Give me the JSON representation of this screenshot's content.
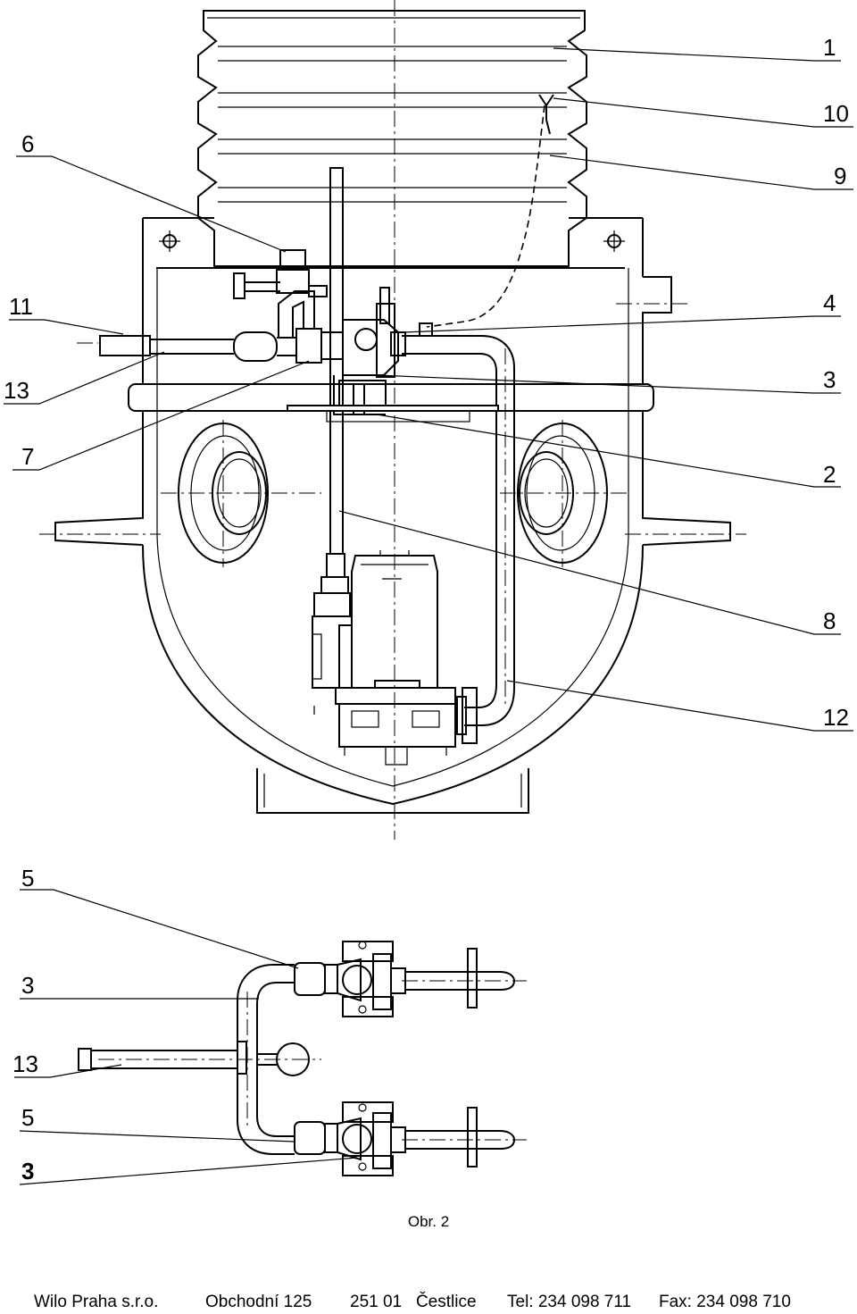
{
  "figure": {
    "caption": "Obr. 2",
    "top_view_callouts": [
      "1",
      "10",
      "9",
      "6",
      "4",
      "11",
      "13",
      "3",
      "7",
      "2",
      "8",
      "12"
    ],
    "bottom_view_callouts": [
      "5",
      "3",
      "13",
      "5",
      "3"
    ]
  },
  "footer": {
    "company": "Wilo Praha s.r.o.",
    "street": "Obchodní 125",
    "city": "251 01   Čestlice",
    "phone": "Tel: 234 098 711",
    "fax": "Fax: 234 098 710"
  }
}
